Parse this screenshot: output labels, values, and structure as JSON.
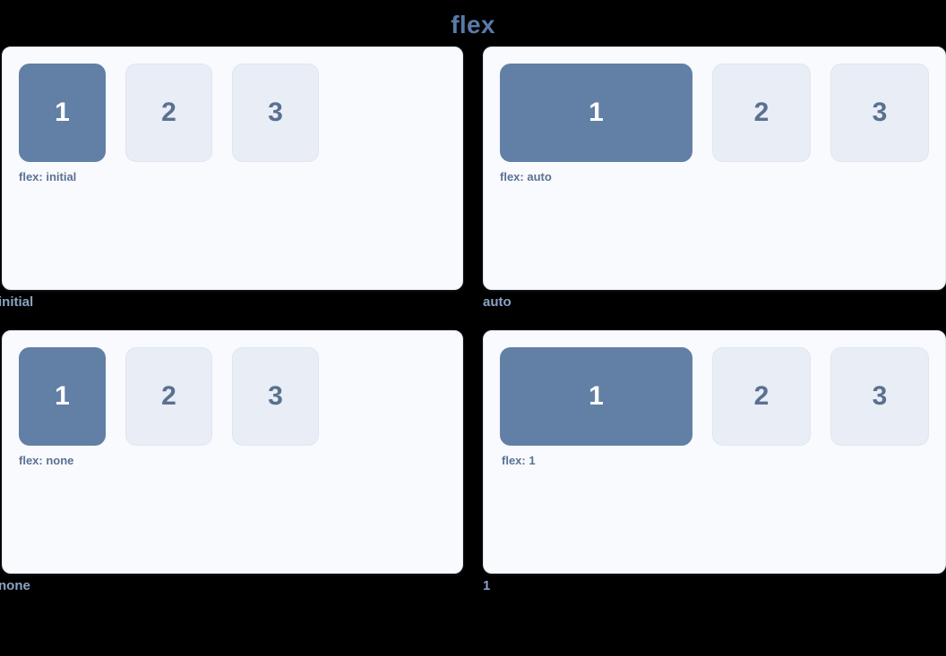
{
  "page": {
    "title": "flex",
    "background_color": "#000000",
    "accent_color": "#5b7aa8",
    "card_background": "#f9fafd",
    "primary_box_color": "#6280a6",
    "secondary_box_color": "#e8edf6",
    "caption_color": "#8aa3c4",
    "label_color": "#5a7196"
  },
  "demos": [
    {
      "id": "initial",
      "caption": "initial",
      "flex_label": "flex: initial",
      "boxes": [
        {
          "number": "1",
          "style": "primary"
        },
        {
          "number": "2",
          "style": "secondary"
        },
        {
          "number": "3",
          "style": "secondary"
        }
      ]
    },
    {
      "id": "auto",
      "caption": "auto",
      "flex_label": "flex: auto",
      "boxes": [
        {
          "number": "1",
          "style": "primary"
        },
        {
          "number": "2",
          "style": "secondary"
        },
        {
          "number": "3",
          "style": "secondary"
        }
      ]
    },
    {
      "id": "none",
      "caption": "none",
      "flex_label": "flex: none",
      "boxes": [
        {
          "number": "1",
          "style": "primary"
        },
        {
          "number": "2",
          "style": "secondary"
        },
        {
          "number": "3",
          "style": "secondary"
        }
      ]
    },
    {
      "id": "one",
      "caption": "1",
      "flex_label": "flex: 1",
      "boxes": [
        {
          "number": "1",
          "style": "primary"
        },
        {
          "number": "2",
          "style": "secondary"
        },
        {
          "number": "3",
          "style": "secondary"
        }
      ]
    }
  ]
}
